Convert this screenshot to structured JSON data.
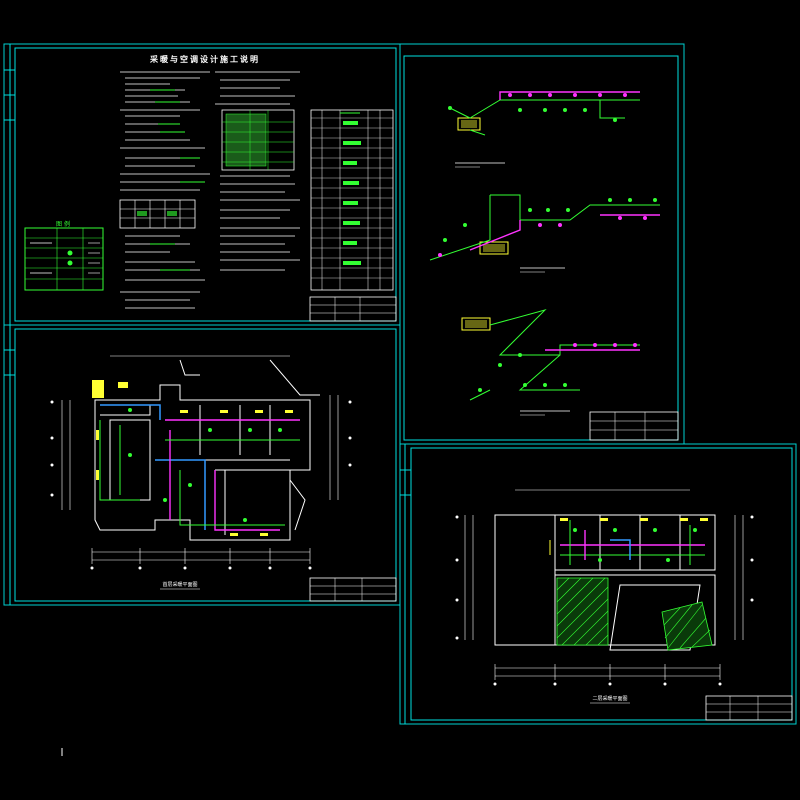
{
  "sheets": {
    "notes": {
      "title": "采暖与空调设计施工说明",
      "legend_title": "图  例"
    },
    "floor1": {
      "caption": "首层采暖平面图"
    },
    "floor2": {
      "caption": "二层采暖平面图"
    }
  },
  "colors": {
    "frame": "#00d0d0",
    "pipe_supply": "#ff33ff",
    "pipe_return": "#33ff33",
    "equipment": "#ffff33",
    "walls": "#ffffff",
    "duct": "#3399ff"
  }
}
